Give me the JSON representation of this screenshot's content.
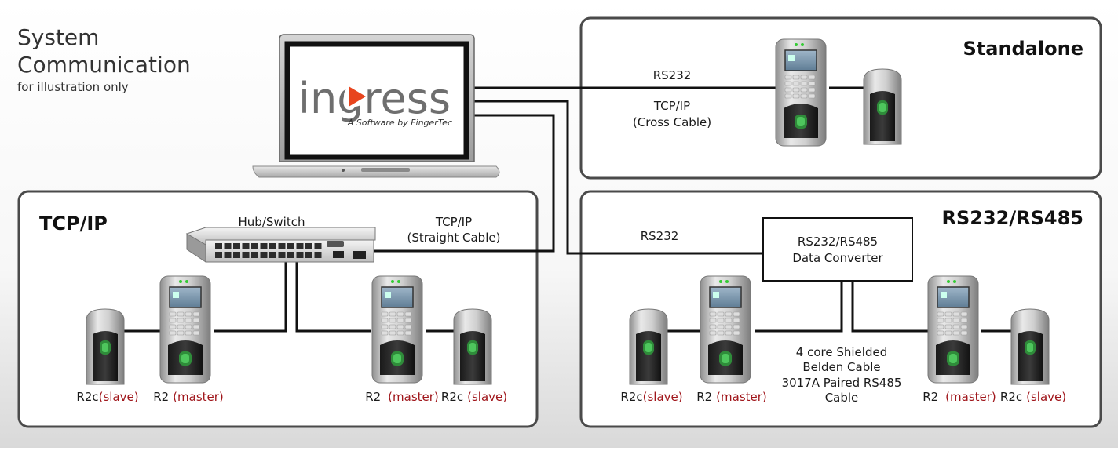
{
  "header": {
    "title_line1": "System",
    "title_line2": "Communication",
    "subtitle": "for illustration only"
  },
  "software": {
    "logo": "ingress",
    "tagline": "A Software by FingerTec"
  },
  "panels": {
    "standalone": {
      "title": "Standalone",
      "link_rs232": "RS232",
      "link_tcp_line1": "TCP/IP",
      "link_tcp_line2": "(Cross Cable)"
    },
    "tcpip": {
      "title": "TCP/IP",
      "hub_label": "Hub/Switch",
      "link_line1": "TCP/IP",
      "link_line2": "(Straight Cable)",
      "devices": [
        {
          "name": "R2c",
          "role": "(slave)"
        },
        {
          "name": "R2",
          "role": "(master)"
        },
        {
          "name": "R2",
          "role": "(master)"
        },
        {
          "name": "R2c",
          "role": "(slave)"
        }
      ]
    },
    "rs232rs485": {
      "title": "RS232/RS485",
      "link_rs232": "RS232",
      "converter_line1": "RS232/RS485",
      "converter_line2": "Data  Converter",
      "cable_line1": "4 core Shielded",
      "cable_line2": "Belden Cable",
      "cable_line3": "3017A Paired RS485",
      "cable_line4": "Cable",
      "devices": [
        {
          "name": "R2c",
          "role": "(slave)"
        },
        {
          "name": "R2",
          "role": "(master)"
        },
        {
          "name": "R2",
          "role": "(master)"
        },
        {
          "name": "R2c",
          "role": "(slave)"
        }
      ]
    }
  },
  "colors": {
    "panel_border": "#4a4a4a",
    "role_text": "#a0161b",
    "logo_gray": "#6e6e6e",
    "logo_play": "#e8451e"
  }
}
